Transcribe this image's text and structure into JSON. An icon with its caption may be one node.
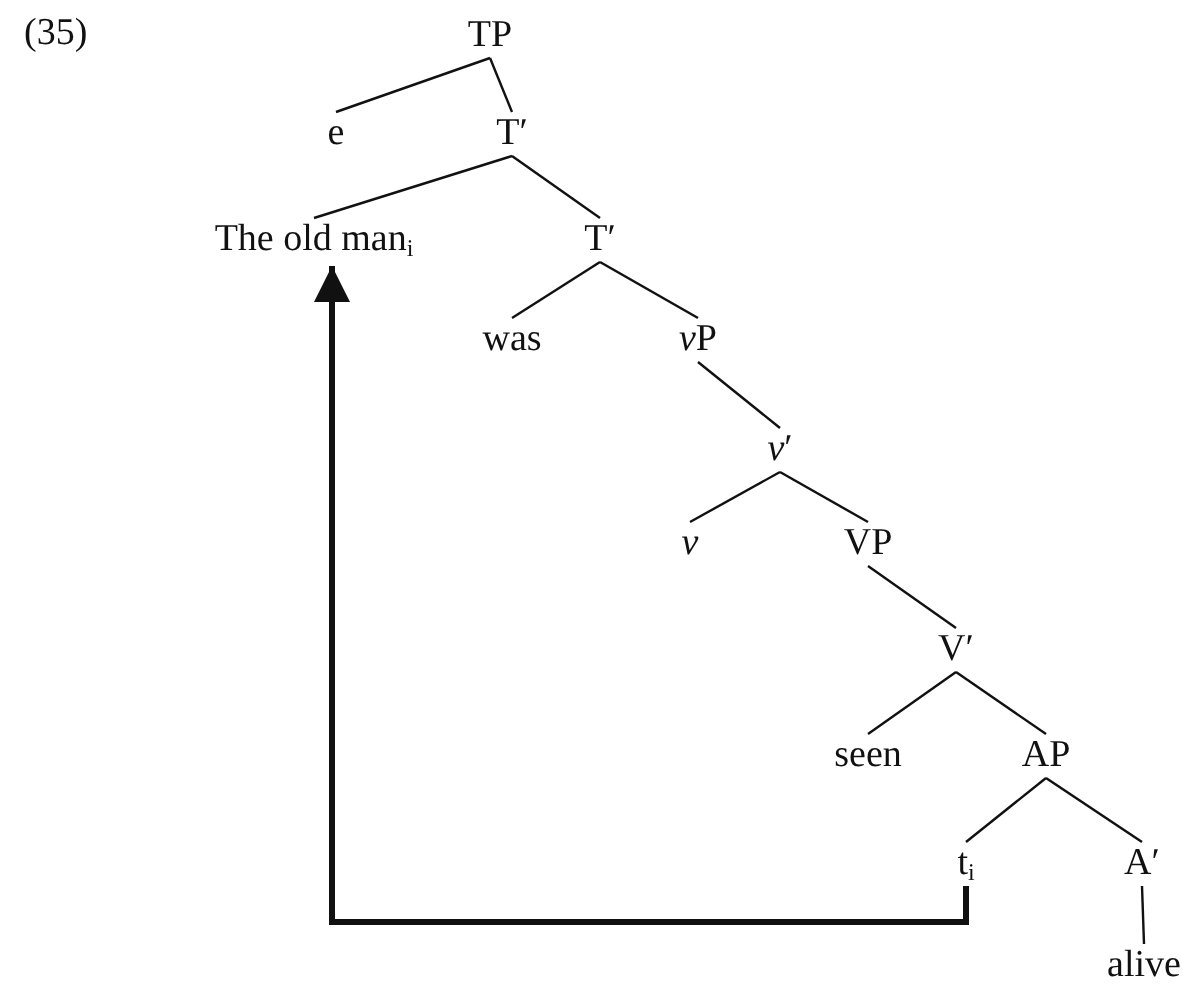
{
  "diagram": {
    "nodes": [
      {
        "text": [
          "TP"
        ]
      },
      {
        "text": [
          "e"
        ]
      },
      {
        "text": [
          "T′"
        ]
      },
      {
        "text": [
          "The old man$_{i}$"
        ]
      },
      {
        "text": [
          "T′"
        ]
      },
      {
        "text": [
          "was"
        ]
      },
      {
        "text": [
          "vP"
        ]
      },
      {
        "text": [
          "v′"
        ]
      },
      {
        "text": [
          "v"
        ]
      },
      {
        "text": [
          "VP"
        ]
      },
      {
        "text": [
          "V′"
        ]
      },
      {
        "text": [
          "seen"
        ]
      },
      {
        "text": [
          "AP"
        ]
      },
      {
        "text": [
          "t$_{i}$"
        ]
      },
      {
        "text": [
          "A′"
        ]
      },
      {
        "text": [
          "alive"
        ]
      }
    ],
    "edges": [
      {
        "from": 0,
        "to": 1,
        "arrow": "none"
      },
      {
        "from": 0,
        "to": 2,
        "arrow": "none"
      },
      {
        "from": 2,
        "to": 3,
        "arrow": "none"
      },
      {
        "from": 2,
        "to": 4,
        "arrow": "none"
      },
      {
        "from": 4,
        "to": 5,
        "arrow": "none"
      },
      {
        "from": 4,
        "to": 6,
        "arrow": "none"
      },
      {
        "from": 6,
        "to": 7,
        "arrow": "none"
      },
      {
        "from": 7,
        "to": 8,
        "arrow": "none"
      },
      {
        "from": 7,
        "to": 9,
        "arrow": "none"
      },
      {
        "from": 9,
        "to": 10,
        "arrow": "none"
      },
      {
        "from": 10,
        "to": 11,
        "arrow": "none"
      },
      {
        "from": 10,
        "to": 12,
        "arrow": "none"
      },
      {
        "from": 12,
        "to": 13,
        "arrow": "none"
      },
      {
        "from": 12,
        "to": 14,
        "arrow": "none"
      },
      {
        "from": 14,
        "to": 15,
        "arrow": "none"
      },
      {
        "from": 13,
        "to": 3,
        "arrow": "to",
        "style": "thick"
      }
    ],
    "labels": [
      "(35)"
    ]
  }
}
